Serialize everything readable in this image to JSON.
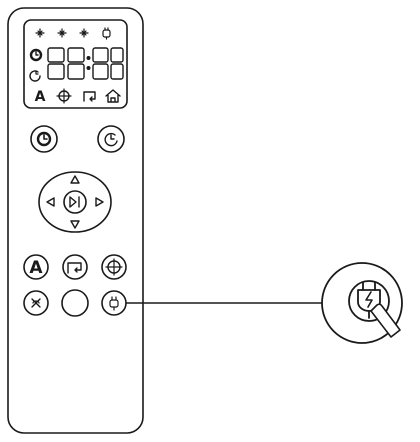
{
  "display": {
    "digits_left": "88",
    "digits_right": "88",
    "colon": ":",
    "mode_auto_label": "A"
  },
  "buttons": {
    "auto_label": "A"
  },
  "icons": {
    "fan_icons": [
      "fan-icon",
      "fan-icon",
      "fan-icon",
      "plug-icon"
    ],
    "timer_on_icon": "clock-timer-icon",
    "timer_off_icon": "clock-timer-off-icon",
    "spot_icon": "target-icon",
    "edge_icon": "edge-clean-icon",
    "home_icon": "home-icon",
    "dpad": [
      "arrow-up-icon",
      "arrow-left-icon",
      "play-pause-icon",
      "arrow-right-icon",
      "arrow-down-icon"
    ],
    "charge_icon": "plug-charge-icon",
    "pointing_hand": "hand-pointer-icon"
  },
  "colors": {
    "stroke": "#1a1a1a",
    "background": "#ffffff"
  }
}
